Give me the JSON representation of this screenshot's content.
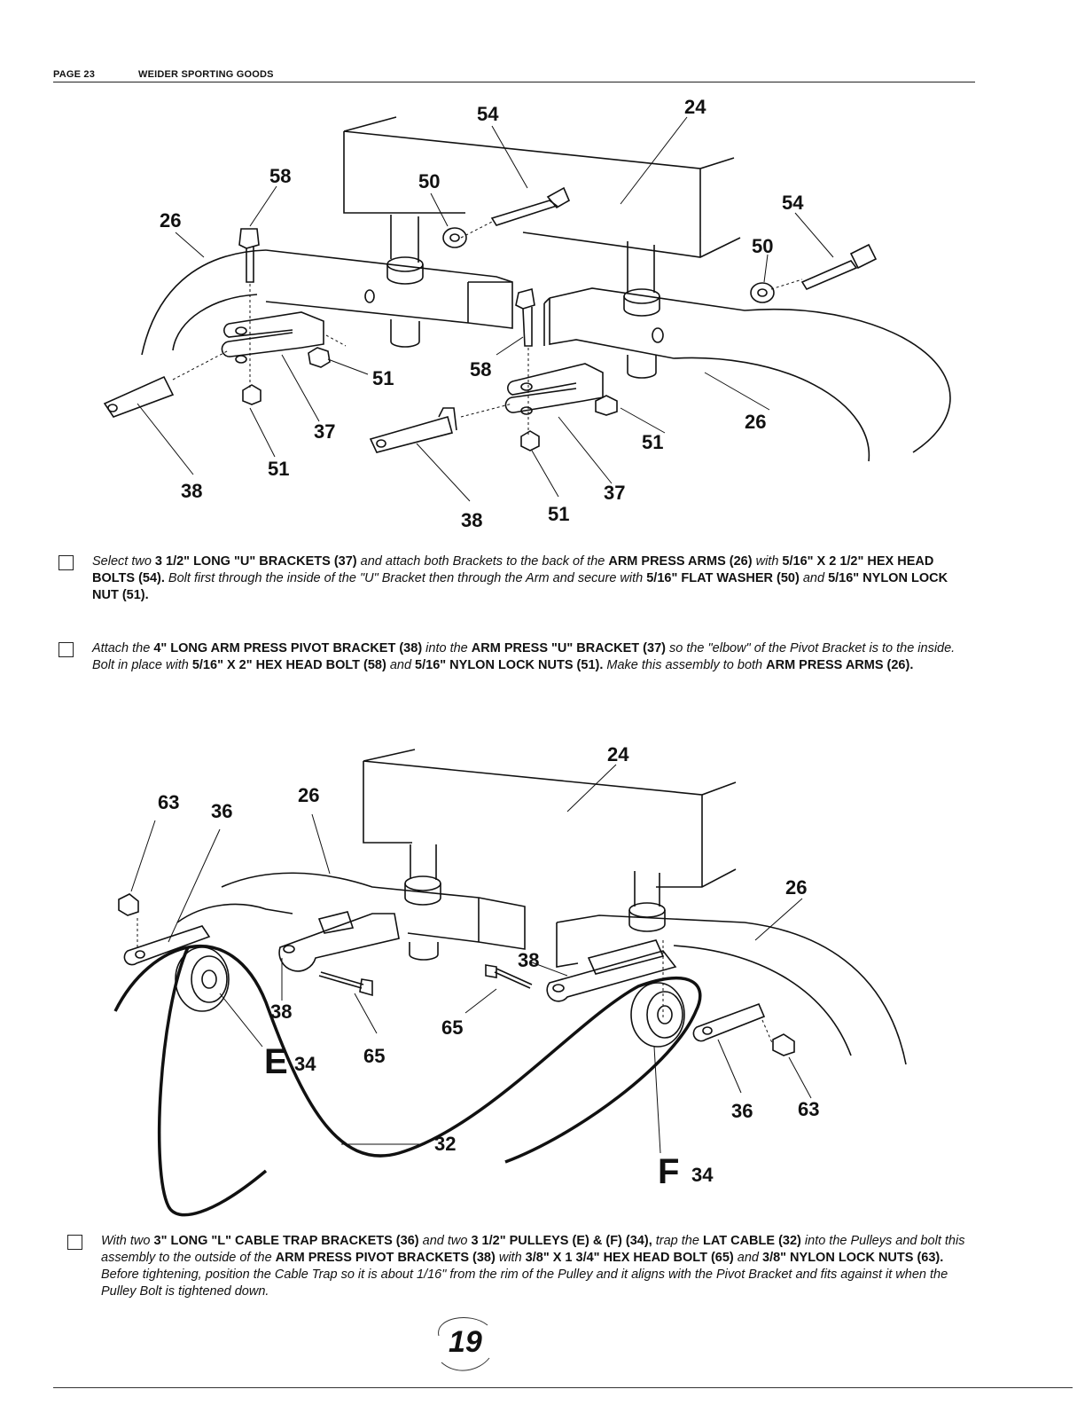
{
  "header": {
    "page_label": "PAGE 23",
    "company": "WEIDER SPORTING GOODS"
  },
  "diagram1": {
    "labels": [
      "54",
      "24",
      "58",
      "50",
      "26",
      "54",
      "50",
      "51",
      "58",
      "26",
      "37",
      "51",
      "51",
      "37",
      "38",
      "38",
      "51"
    ]
  },
  "diagram2": {
    "labels": [
      "24",
      "63",
      "36",
      "26",
      "26",
      "38",
      "38",
      "65",
      "65",
      "34",
      "36",
      "63",
      "32",
      "34"
    ],
    "pulley_letters": [
      "E",
      "F"
    ]
  },
  "steps": [
    {
      "segments": [
        {
          "t": "Select two ",
          "b": false
        },
        {
          "t": "3 1/2\" LONG \"U\" BRACKETS (37)",
          "b": true
        },
        {
          "t": " and attach both Brackets to the back of the ",
          "b": false
        },
        {
          "t": "ARM PRESS ARMS (26)",
          "b": true
        },
        {
          "t": " with ",
          "b": false
        },
        {
          "t": "5/16\" X 2 1/2\" HEX HEAD BOLTS (54).",
          "b": true
        },
        {
          "t": " Bolt first through the inside of the \"U\" Bracket then through the Arm and secure with ",
          "b": false
        },
        {
          "t": "5/16\" FLAT WASHER (50)",
          "b": true
        },
        {
          "t": " and ",
          "b": false
        },
        {
          "t": "5/16\" NYLON LOCK NUT (51).",
          "b": true
        }
      ]
    },
    {
      "segments": [
        {
          "t": "Attach the ",
          "b": false
        },
        {
          "t": "4\" LONG ARM PRESS PIVOT BRACKET (38)",
          "b": true
        },
        {
          "t": " into the ",
          "b": false
        },
        {
          "t": "ARM PRESS \"U\" BRACKET (37)",
          "b": true
        },
        {
          "t": " so the \"elbow\" of the Pivot Bracket is to the inside. Bolt in place with ",
          "b": false
        },
        {
          "t": "5/16\" X 2\" HEX HEAD BOLT (58)",
          "b": true
        },
        {
          "t": " and ",
          "b": false
        },
        {
          "t": "5/16\" NYLON LOCK NUTS (51).",
          "b": true
        },
        {
          "t": " Make this assembly to both ",
          "b": false
        },
        {
          "t": "ARM PRESS ARMS (26).",
          "b": true
        }
      ]
    },
    {
      "segments": [
        {
          "t": "With two ",
          "b": false
        },
        {
          "t": "3\" LONG \"L\" CABLE TRAP BRACKETS (36)",
          "b": true
        },
        {
          "t": " and two ",
          "b": false
        },
        {
          "t": "3 1/2\" PULLEYS (E) & (F) (34),",
          "b": true
        },
        {
          "t": " trap the ",
          "b": false
        },
        {
          "t": "LAT CABLE (32)",
          "b": true
        },
        {
          "t": " into the Pulleys and bolt this assembly to the outside of the ",
          "b": false
        },
        {
          "t": "ARM PRESS PIVOT BRACKETS (38)",
          "b": true
        },
        {
          "t": " with ",
          "b": false
        },
        {
          "t": "3/8\" X 1 3/4\" HEX HEAD BOLT (65)",
          "b": true
        },
        {
          "t": " and ",
          "b": false
        },
        {
          "t": "3/8\" NYLON LOCK NUTS (63).",
          "b": true
        },
        {
          "t": " Before tightening, position the Cable Trap so it is about 1/16\" from the rim of the Pulley and it aligns with the Pivot Bracket and fits against it when the Pulley Bolt is tightened down.",
          "b": false
        }
      ]
    }
  ],
  "page_number": "19"
}
